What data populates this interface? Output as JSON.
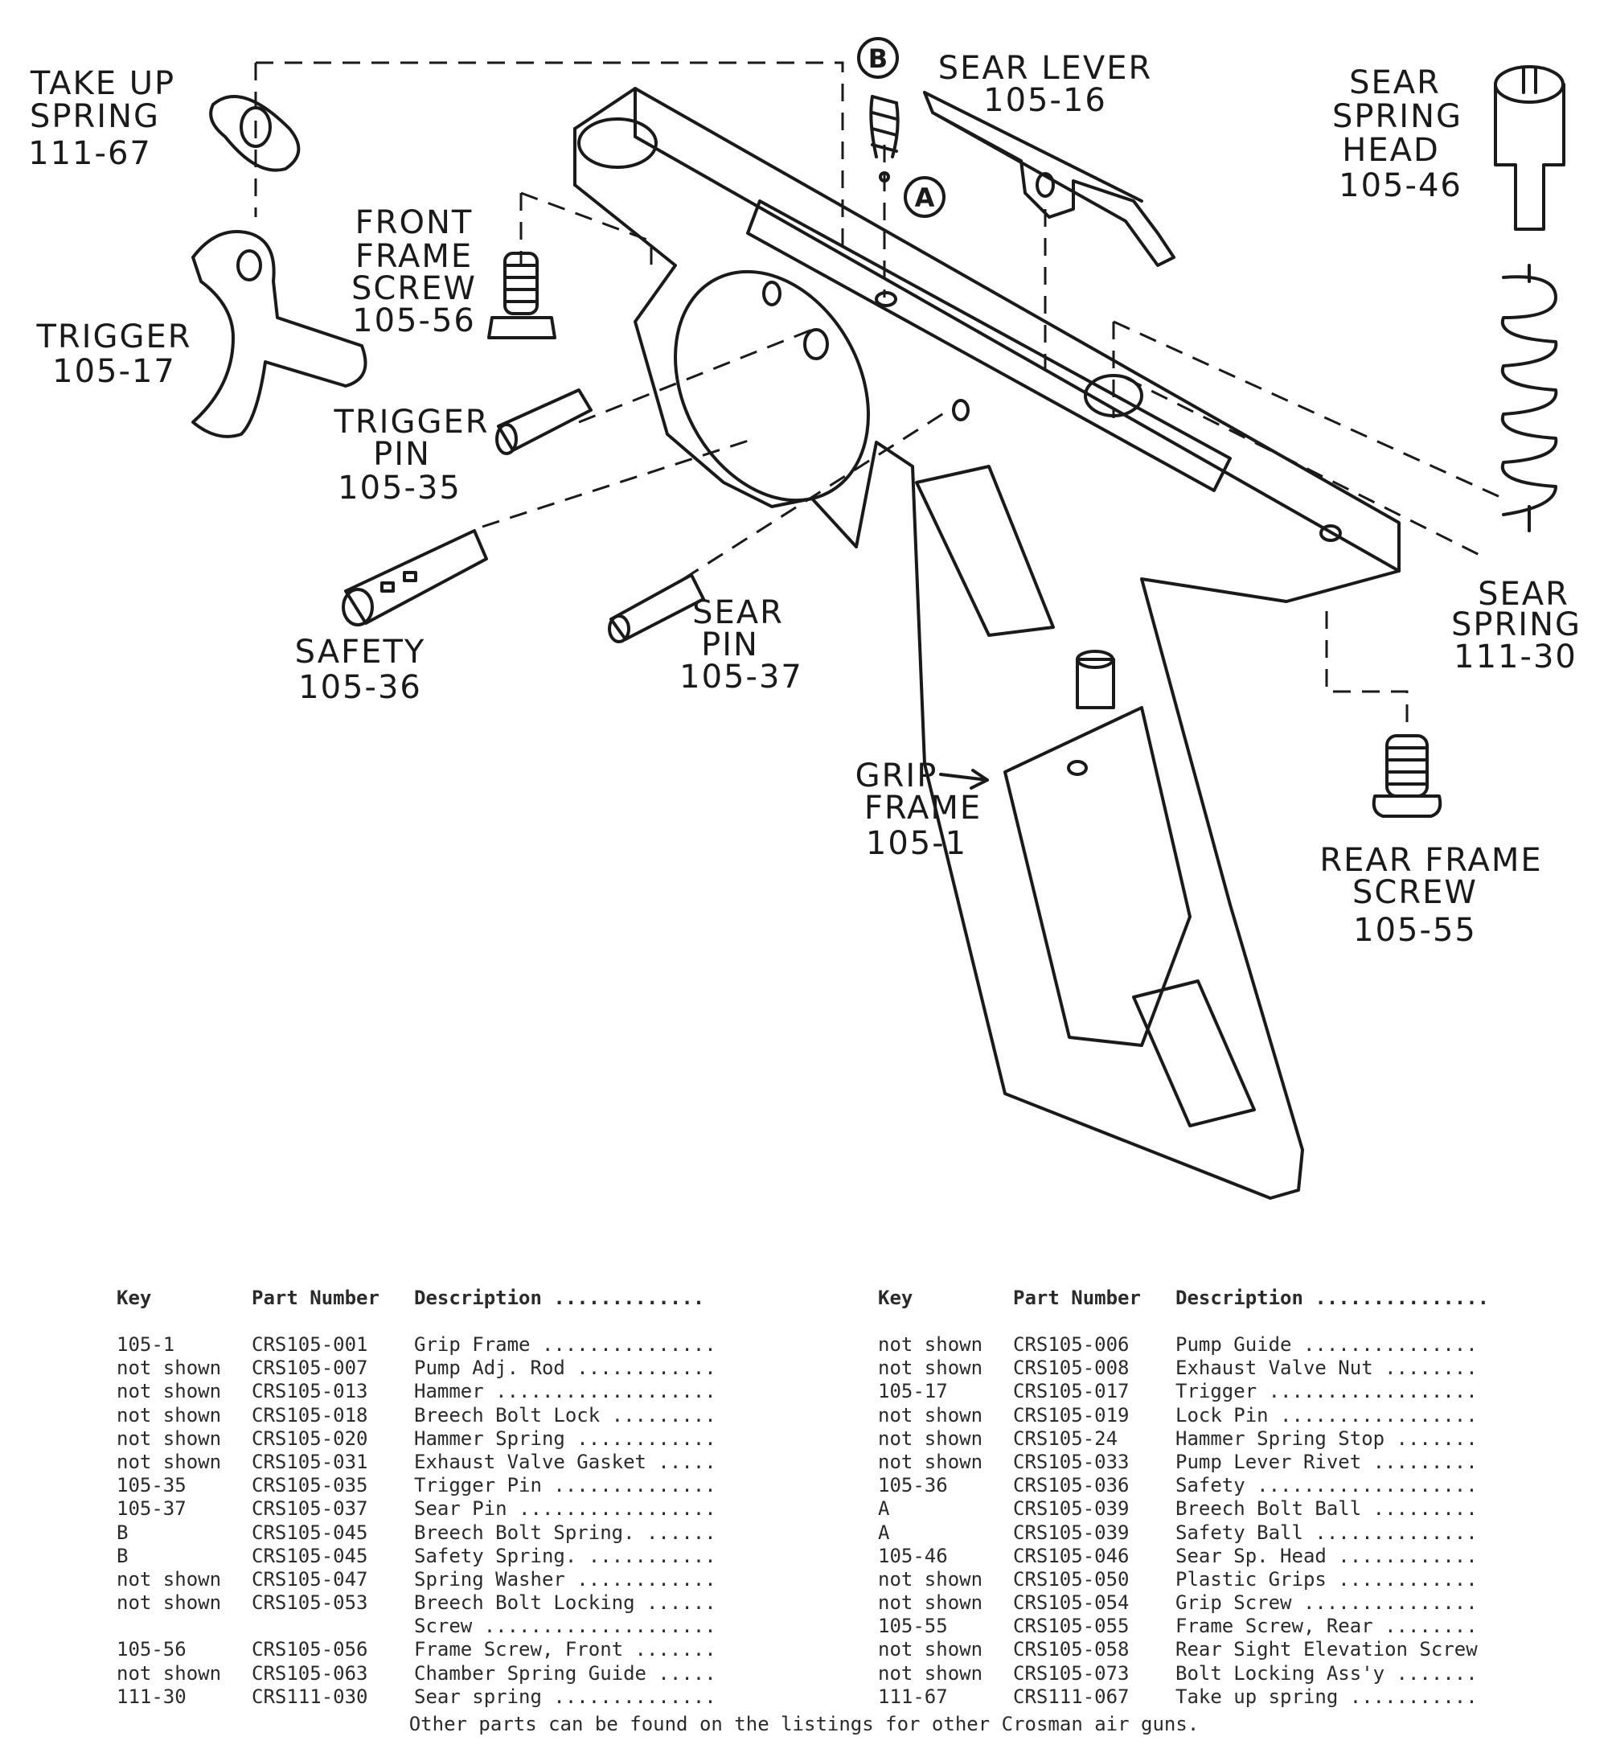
{
  "diagram": {
    "labels": {
      "take_up_spring": [
        "TAKE UP",
        "SPRING",
        "111-67"
      ],
      "front_frame_screw": [
        "FRONT",
        "FRAME",
        "SCREW",
        "105-56"
      ],
      "trigger": [
        "TRIGGER",
        "105-17"
      ],
      "trigger_pin": [
        "TRIGGER",
        "PIN",
        "105-35"
      ],
      "safety": [
        "SAFETY",
        "105-36"
      ],
      "sear_pin": [
        "SEAR",
        "PIN",
        "105-37"
      ],
      "sear_lever": [
        "SEAR LEVER",
        "105-16"
      ],
      "sear_spring_head": [
        "SEAR",
        "SPRING",
        "HEAD",
        "105-46"
      ],
      "sear_spring": [
        "SEAR",
        "SPRING",
        "111-30"
      ],
      "grip_frame": [
        "GRIP",
        "FRAME",
        "105-1"
      ],
      "rear_frame_screw": [
        "REAR FRAME",
        "SCREW",
        "105-55"
      ],
      "callout_a": "A",
      "callout_b": "B"
    }
  },
  "parts_table": {
    "headers": {
      "key": "Key",
      "part_number": "Part Number",
      "description": "Description ............."
    },
    "headers_right": {
      "key": "Key",
      "part_number": "Part Number",
      "description": "Description ..............."
    },
    "left": [
      {
        "key": "105-1",
        "part_number": "CRS105-001",
        "description": "Grip Frame ..............."
      },
      {
        "key": "not shown",
        "part_number": "CRS105-007",
        "description": "Pump Adj. Rod ............"
      },
      {
        "key": "not shown",
        "part_number": "CRS105-013",
        "description": "Hammer ..................."
      },
      {
        "key": "not shown",
        "part_number": "CRS105-018",
        "description": "Breech Bolt Lock ........."
      },
      {
        "key": "not shown",
        "part_number": "CRS105-020",
        "description": "Hammer Spring ............"
      },
      {
        "key": "not shown",
        "part_number": "CRS105-031",
        "description": "Exhaust Valve Gasket ....."
      },
      {
        "key": "105-35",
        "part_number": "CRS105-035",
        "description": "Trigger Pin .............."
      },
      {
        "key": "105-37",
        "part_number": "CRS105-037",
        "description": "Sear Pin ................."
      },
      {
        "key": "B",
        "part_number": "CRS105-045",
        "description": "Breech Bolt Spring. ......"
      },
      {
        "key": "B",
        "part_number": "CRS105-045",
        "description": "Safety Spring. ..........."
      },
      {
        "key": "not shown",
        "part_number": "CRS105-047",
        "description": "Spring Washer ............"
      },
      {
        "key": "not shown",
        "part_number": "CRS105-053",
        "description": "Breech Bolt Locking ......"
      },
      {
        "key": "",
        "part_number": "",
        "description": "Screw ...................."
      },
      {
        "key": "105-56",
        "part_number": "CRS105-056",
        "description": "Frame Screw, Front ......."
      },
      {
        "key": "not shown",
        "part_number": "CRS105-063",
        "description": "Chamber Spring Guide ....."
      },
      {
        "key": "111-30",
        "part_number": "CRS111-030",
        "description": "Sear spring .............."
      }
    ],
    "right": [
      {
        "key": "not shown",
        "part_number": "CRS105-006",
        "description": "Pump Guide ..............."
      },
      {
        "key": "not shown",
        "part_number": "CRS105-008",
        "description": "Exhaust Valve Nut ........"
      },
      {
        "key": "105-17",
        "part_number": "CRS105-017",
        "description": "Trigger .................."
      },
      {
        "key": "not shown",
        "part_number": "CRS105-019",
        "description": "Lock Pin ................."
      },
      {
        "key": "not shown",
        "part_number": "CRS105-24",
        "description": "Hammer Spring Stop ......."
      },
      {
        "key": "not shown",
        "part_number": "CRS105-033",
        "description": "Pump Lever Rivet ........."
      },
      {
        "key": "105-36",
        "part_number": "CRS105-036",
        "description": "Safety ..................."
      },
      {
        "key": "A",
        "part_number": "CRS105-039",
        "description": "Breech Bolt Ball ........."
      },
      {
        "key": "A",
        "part_number": "CRS105-039",
        "description": "Safety Ball .............."
      },
      {
        "key": "105-46",
        "part_number": "CRS105-046",
        "description": "Sear Sp. Head ............"
      },
      {
        "key": "not shown",
        "part_number": "CRS105-050",
        "description": "Plastic Grips ............"
      },
      {
        "key": "not shown",
        "part_number": "CRS105-054",
        "description": "Grip Screw ..............."
      },
      {
        "key": "105-55",
        "part_number": "CRS105-055",
        "description": "Frame Screw, Rear ........"
      },
      {
        "key": "not shown",
        "part_number": "CRS105-058",
        "description": "Rear Sight Elevation Screw"
      },
      {
        "key": "not shown",
        "part_number": "CRS105-073",
        "description": "Bolt Locking Ass'y ......."
      },
      {
        "key": "111-67",
        "part_number": "CRS111-067",
        "description": "Take up spring ..........."
      }
    ],
    "footer_note": "Other parts can be found on the listings for other Crosman air guns."
  }
}
